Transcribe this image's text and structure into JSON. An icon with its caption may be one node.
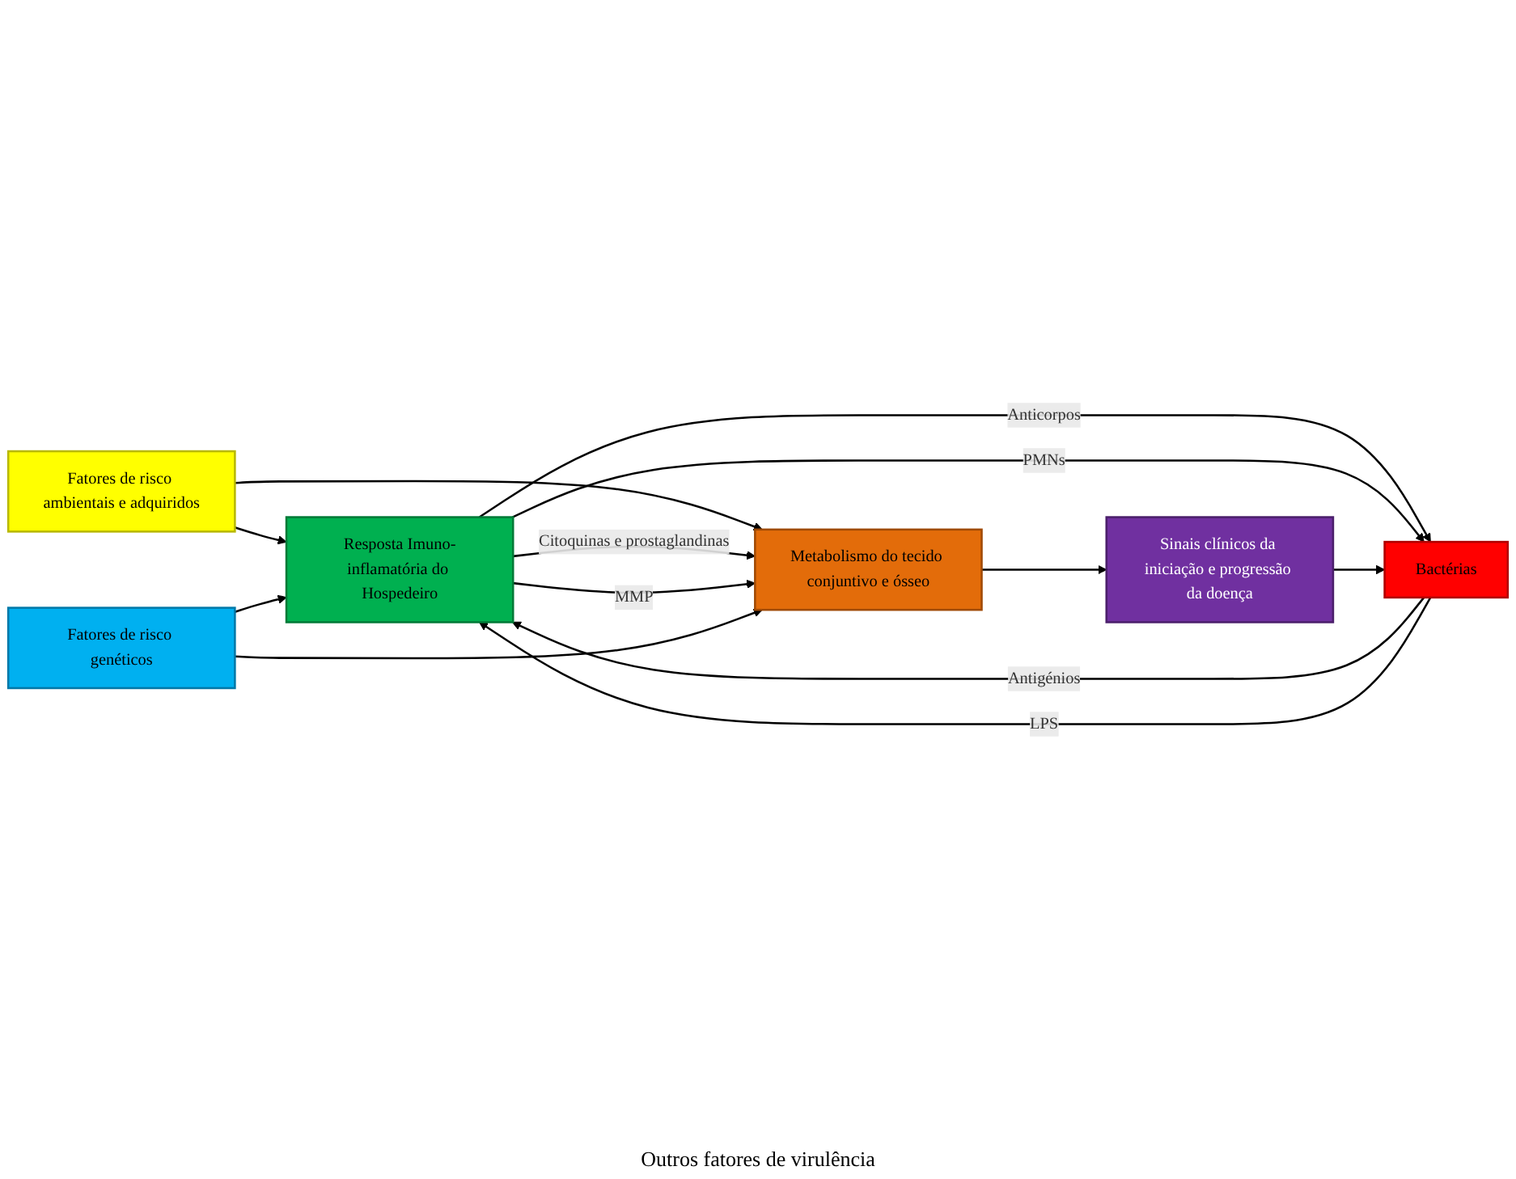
{
  "diagram": {
    "nodes": [
      {
        "text": [
          "Fatores de risco ambientais e adquiridos"
        ]
      },
      {
        "text": [
          "Bactérias"
        ]
      },
      {
        "text": [
          "Resposta Imuno-inflamatória do Hospedeiro"
        ]
      },
      {
        "text": [
          "Metabolismo do tecido conjuntivo e ósseo"
        ]
      },
      {
        "text": [
          "Sinais clínicos da iniciação e progressão da doença"
        ]
      },
      {
        "text": [
          "Fatores de risco genéticos"
        ]
      }
    ],
    "edges": [
      {
        "from": 0,
        "to": 2,
        "arrow": "to"
      },
      {
        "from": 0,
        "to": 3,
        "arrow": "to"
      },
      {
        "from": 2,
        "to": 1,
        "arrow": "to",
        "label": "Anticorpos"
      },
      {
        "from": 2,
        "to": 1,
        "arrow": "to",
        "label": "PMNs"
      },
      {
        "from": 1,
        "to": 2,
        "arrow": "to",
        "label": "Antigénios"
      },
      {
        "from": 1,
        "to": 2,
        "arrow": "to",
        "label": "LPS"
      },
      {
        "from": 2,
        "to": 3,
        "arrow": "to",
        "label": "Citoquinas e prostaglandinas"
      },
      {
        "from": 2,
        "to": 3,
        "arrow": "to",
        "label": "MMP"
      },
      {
        "from": 3,
        "to": 4,
        "arrow": "to"
      },
      {
        "from": 5,
        "to": 2,
        "arrow": "to"
      },
      {
        "from": 5,
        "to": 3,
        "arrow": "to"
      },
      {
        "from": 4,
        "to": 1,
        "arrow": "to"
      }
    ],
    "labels": [
      "Outros fatores de virulência"
    ]
  }
}
